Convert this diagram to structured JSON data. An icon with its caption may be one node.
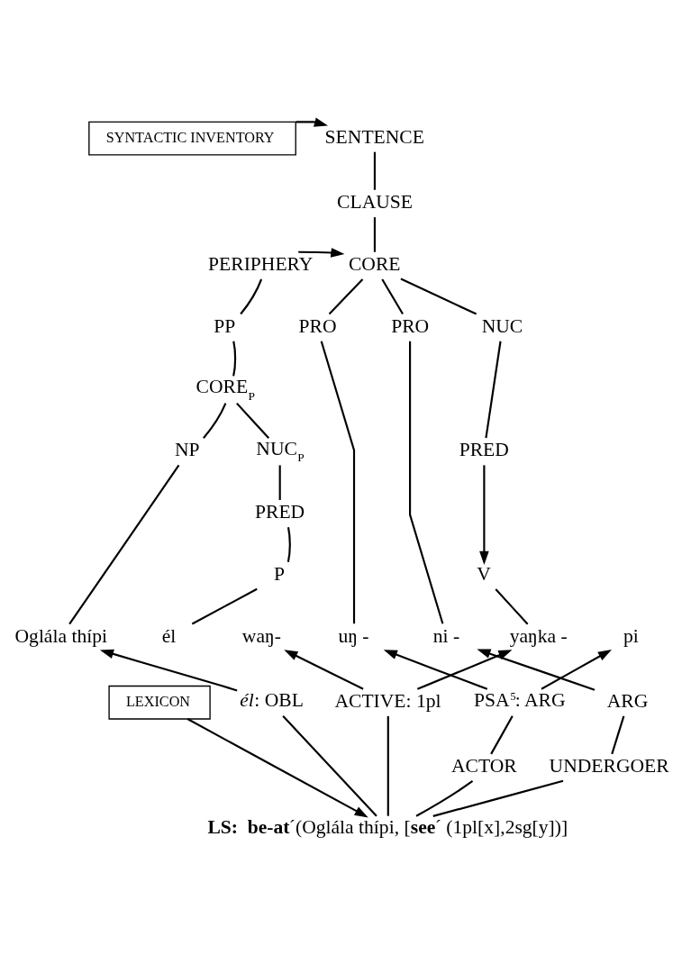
{
  "diagram": {
    "nodes": [
      {
        "text": [
          "SYNTACTIC INVENTORY"
        ]
      },
      {
        "text": [
          "SENTENCE"
        ]
      },
      {
        "text": [
          "CLAUSE"
        ]
      },
      {
        "text": [
          "PERIPHERY"
        ]
      },
      {
        "text": [
          "CORE"
        ]
      },
      {
        "text": [
          "PP"
        ]
      },
      {
        "text": [
          "PRO"
        ]
      },
      {
        "text": [
          "PRO"
        ]
      },
      {
        "text": [
          "NUC"
        ]
      },
      {
        "text": [
          "CORE$_{P}$"
        ]
      },
      {
        "text": [
          "NP"
        ]
      },
      {
        "text": [
          "NUC$_{P}$"
        ]
      },
      {
        "text": [
          "PRED"
        ]
      },
      {
        "text": [
          "PRED"
        ]
      },
      {
        "text": [
          "P"
        ]
      },
      {
        "text": [
          "V"
        ]
      },
      {
        "text": [
          "Oglála thípi"
        ]
      },
      {
        "text": [
          "él"
        ]
      },
      {
        "text": [
          "waŋ-"
        ]
      },
      {
        "text": [
          "uŋ -"
        ]
      },
      {
        "text": [
          "ni -"
        ]
      },
      {
        "text": [
          "yaŋka -"
        ]
      },
      {
        "text": [
          "pi"
        ]
      },
      {
        "text": [
          "*él*: OBL"
        ]
      },
      {
        "text": [
          "ACTIVE: 1pl"
        ]
      },
      {
        "text": [
          "PSA$^{5}$: ARG"
        ]
      },
      {
        "text": [
          "ARG"
        ]
      },
      {
        "text": [
          "LEXICON"
        ]
      },
      {
        "text": [
          "ACTOR"
        ]
      },
      {
        "text": [
          "UNDERGOER"
        ]
      },
      {
        "text": [
          "**LS:  be-at**´(Oglála thípi, [**see**´ (1pl[x],2sg[y])]"
        ]
      }
    ],
    "edges": [
      {
        "from": 0,
        "to": 1,
        "arrow": "to"
      },
      {
        "from": 1,
        "to": 2,
        "arrow": "none"
      },
      {
        "from": 2,
        "to": 4,
        "arrow": "none"
      },
      {
        "from": 3,
        "to": 4,
        "arrow": "to"
      },
      {
        "from": 3,
        "to": 5,
        "arrow": "none"
      },
      {
        "from": 4,
        "to": 6,
        "arrow": "none"
      },
      {
        "from": 4,
        "to": 7,
        "arrow": "none"
      },
      {
        "from": 4,
        "to": 8,
        "arrow": "none"
      },
      {
        "from": 5,
        "to": 9,
        "arrow": "none"
      },
      {
        "from": 9,
        "to": 10,
        "arrow": "none"
      },
      {
        "from": 9,
        "to": 11,
        "arrow": "none"
      },
      {
        "from": 8,
        "to": 12,
        "arrow": "none"
      },
      {
        "from": 11,
        "to": 13,
        "arrow": "none"
      },
      {
        "from": 13,
        "to": 14,
        "arrow": "none"
      },
      {
        "from": 12,
        "to": 15,
        "arrow": "to"
      },
      {
        "from": 10,
        "to": 16,
        "arrow": "none"
      },
      {
        "from": 14,
        "to": 17,
        "arrow": "none"
      },
      {
        "from": 6,
        "to": 19,
        "arrow": "none"
      },
      {
        "from": 7,
        "to": 20,
        "arrow": "none"
      },
      {
        "from": 15,
        "to": 21,
        "arrow": "none"
      },
      {
        "from": 23,
        "to": 16,
        "arrow": "to"
      },
      {
        "from": 24,
        "to": 18,
        "arrow": "to"
      },
      {
        "from": 24,
        "to": 21,
        "arrow": "to"
      },
      {
        "from": 25,
        "to": 19,
        "arrow": "to"
      },
      {
        "from": 25,
        "to": 22,
        "arrow": "to"
      },
      {
        "from": 26,
        "to": 20,
        "arrow": "to"
      },
      {
        "from": 23,
        "to": 30,
        "arrow": "none"
      },
      {
        "from": 24,
        "to": 30,
        "arrow": "none"
      },
      {
        "from": 25,
        "to": 28,
        "arrow": "none"
      },
      {
        "from": 28,
        "to": 30,
        "arrow": "none"
      },
      {
        "from": 26,
        "to": 29,
        "arrow": "none"
      },
      {
        "from": 29,
        "to": 30,
        "arrow": "none"
      },
      {
        "from": 27,
        "to": 30,
        "arrow": "to"
      }
    ]
  }
}
